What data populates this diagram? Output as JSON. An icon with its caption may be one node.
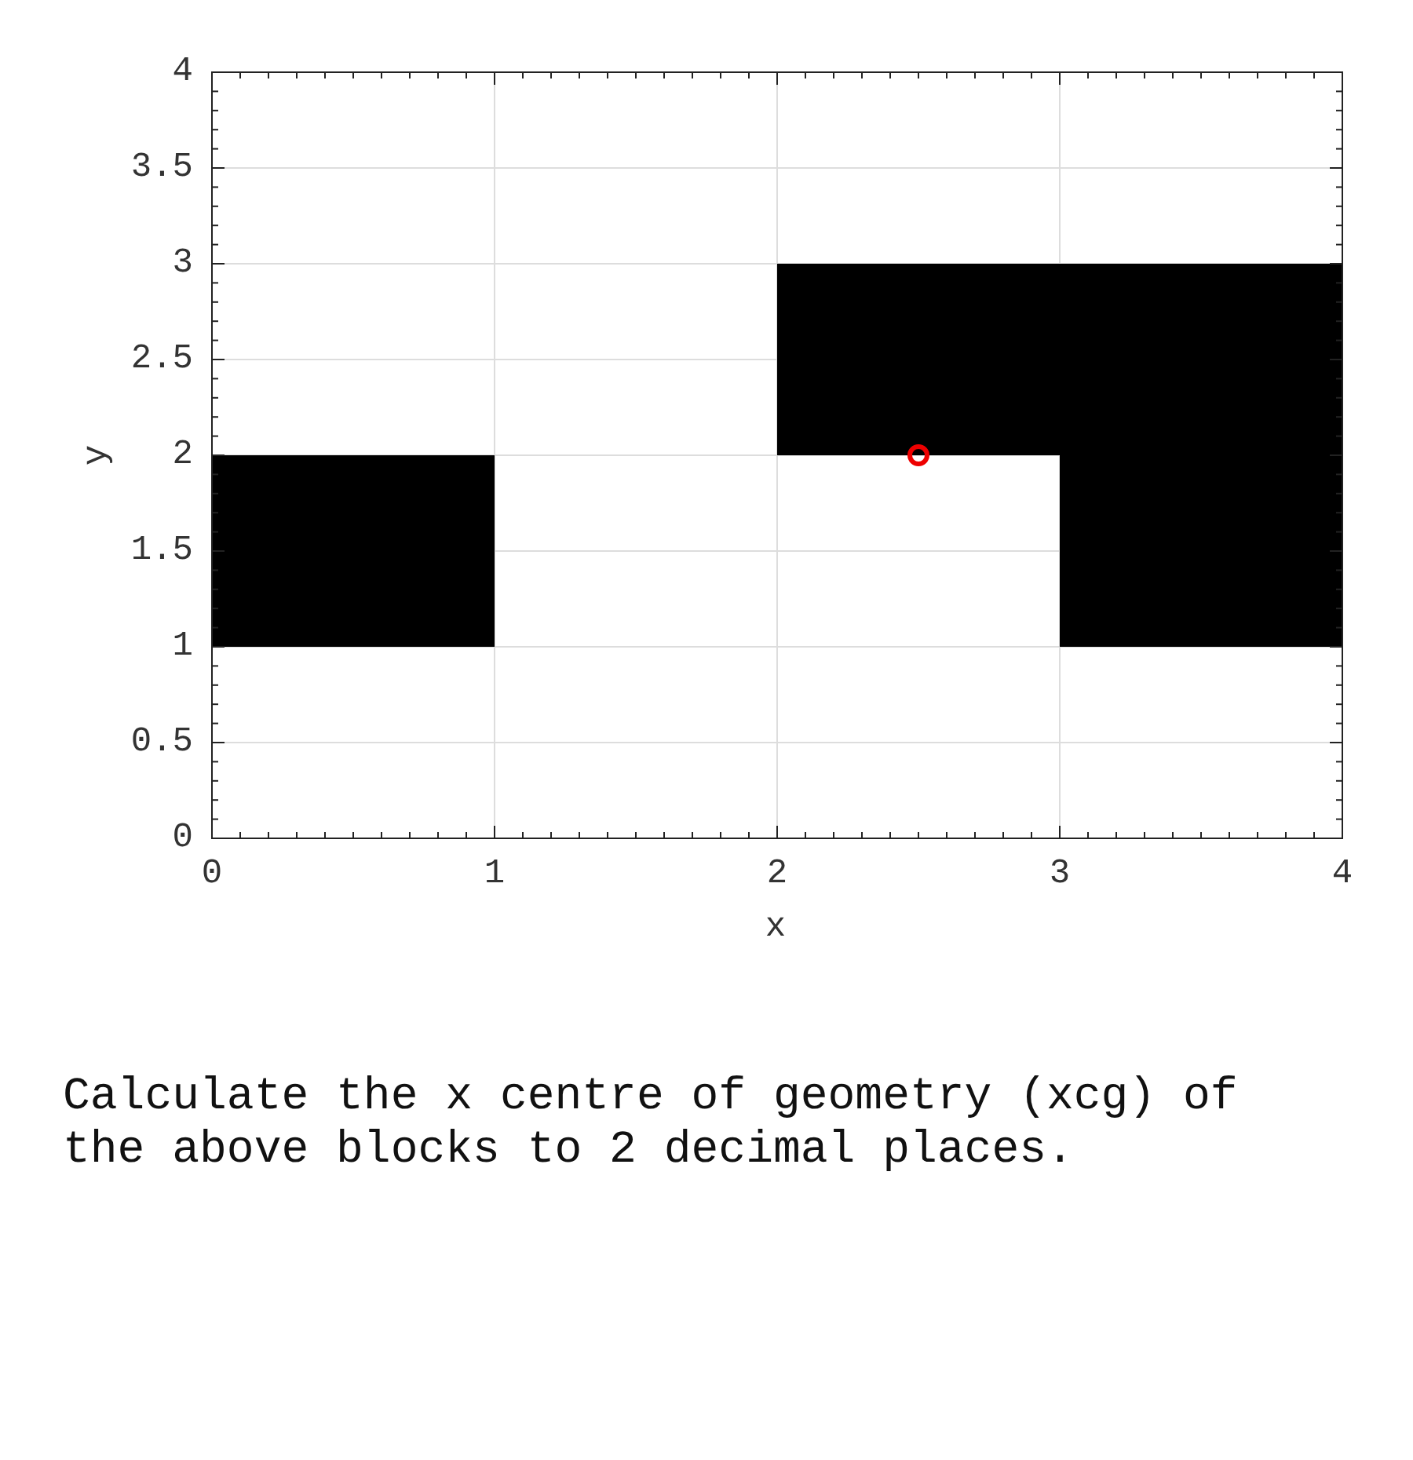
{
  "diagram": {
    "caption": "Calculate the x centre of geometry (xcg) of the above blocks to 2 decimal places.",
    "labels": [
      "4",
      "3.5",
      "3",
      "2.5",
      "2",
      "1.5",
      "1",
      "0.5",
      "0",
      "0",
      "1",
      "2",
      "3",
      "4",
      "y",
      "x"
    ]
  }
}
